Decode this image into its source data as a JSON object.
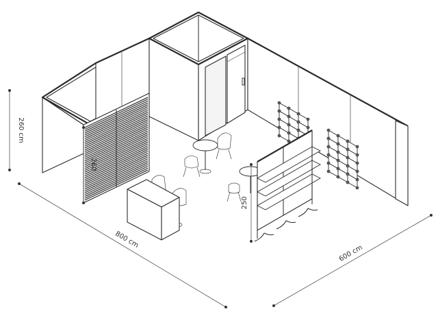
{
  "dimensions": {
    "length": "800 cm",
    "depth": "600 cm",
    "wall_height": "260 cm",
    "display_height": "260",
    "shelf_height": "250"
  }
}
